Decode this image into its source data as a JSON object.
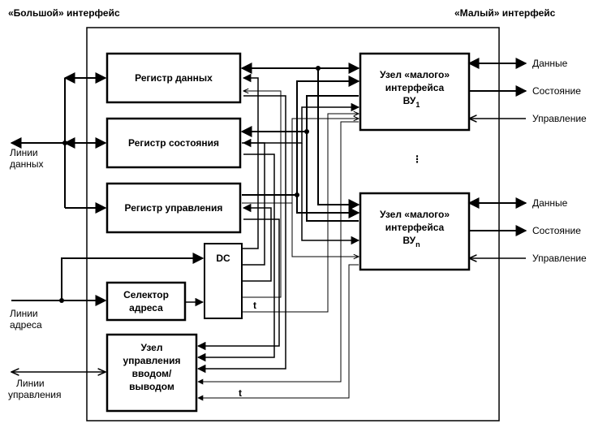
{
  "header": {
    "big_interface": "«Большой» интерфейс",
    "small_interface": "«Малый» интерфейс"
  },
  "blocks": {
    "data_register": "Регистр данных",
    "status_register": "Регистр состояния",
    "control_register": "Регистр управления",
    "decoder": "DC",
    "address_selector": [
      "Селектор",
      "адреса"
    ],
    "io_control": [
      "Узел",
      "управления",
      "вводом/",
      "выводом"
    ],
    "device_node_1": {
      "lines": [
        "Узел «малого»",
        "интерфейса"
      ],
      "name": "ВУ",
      "sub": "1"
    },
    "device_node_n": {
      "lines": [
        "Узел «малого»",
        "интерфейса"
      ],
      "name": "ВУ",
      "sub": "n"
    }
  },
  "left_labels": {
    "data_lines": [
      "Линии",
      "данных"
    ],
    "address_lines": [
      "Линии",
      "адреса"
    ],
    "control_lines": [
      "Линии",
      "управления"
    ]
  },
  "right_labels": {
    "group1": [
      "Данные",
      "Состояние",
      "Управление"
    ],
    "group2": [
      "Данные",
      "Состояние",
      "Управление"
    ]
  },
  "marks": {
    "ellipsis": "⋮",
    "t1": "t",
    "t2": "t"
  }
}
